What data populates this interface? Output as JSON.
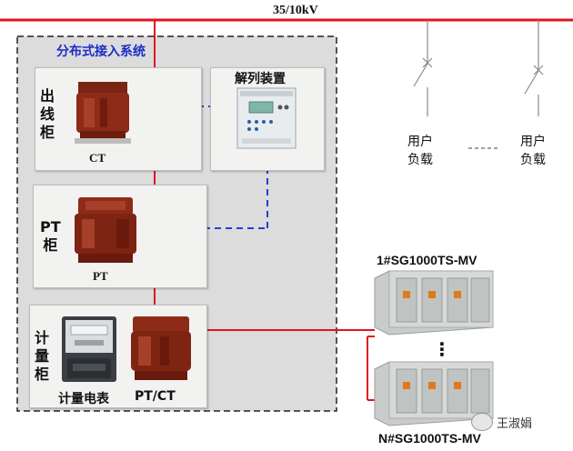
{
  "bus": {
    "label": "35/10kV",
    "color": "#e0141e"
  },
  "region": {
    "title": "分布式接入系统"
  },
  "cabinets": {
    "outgoing": {
      "label": "出\n线\n柜",
      "device": "CT"
    },
    "pt": {
      "label": "PT\n柜",
      "device": "PT"
    },
    "metering": {
      "label": "计\n量\n柜",
      "meter": "计量电表",
      "device": "PT/CT"
    }
  },
  "protection": {
    "label": "解列装置"
  },
  "loads": {
    "left": "用户\n负载",
    "right": "用户\n负载"
  },
  "units": {
    "top": "1#SG1000TS-MV",
    "bottom": "N#SG1000TS-MV",
    "ellipsis": "⋮"
  },
  "watermark": {
    "text": "王淑娟",
    "icon": "wechat-icon"
  },
  "colors": {
    "signal": "#1f3fd6",
    "power": "#e0141e"
  }
}
